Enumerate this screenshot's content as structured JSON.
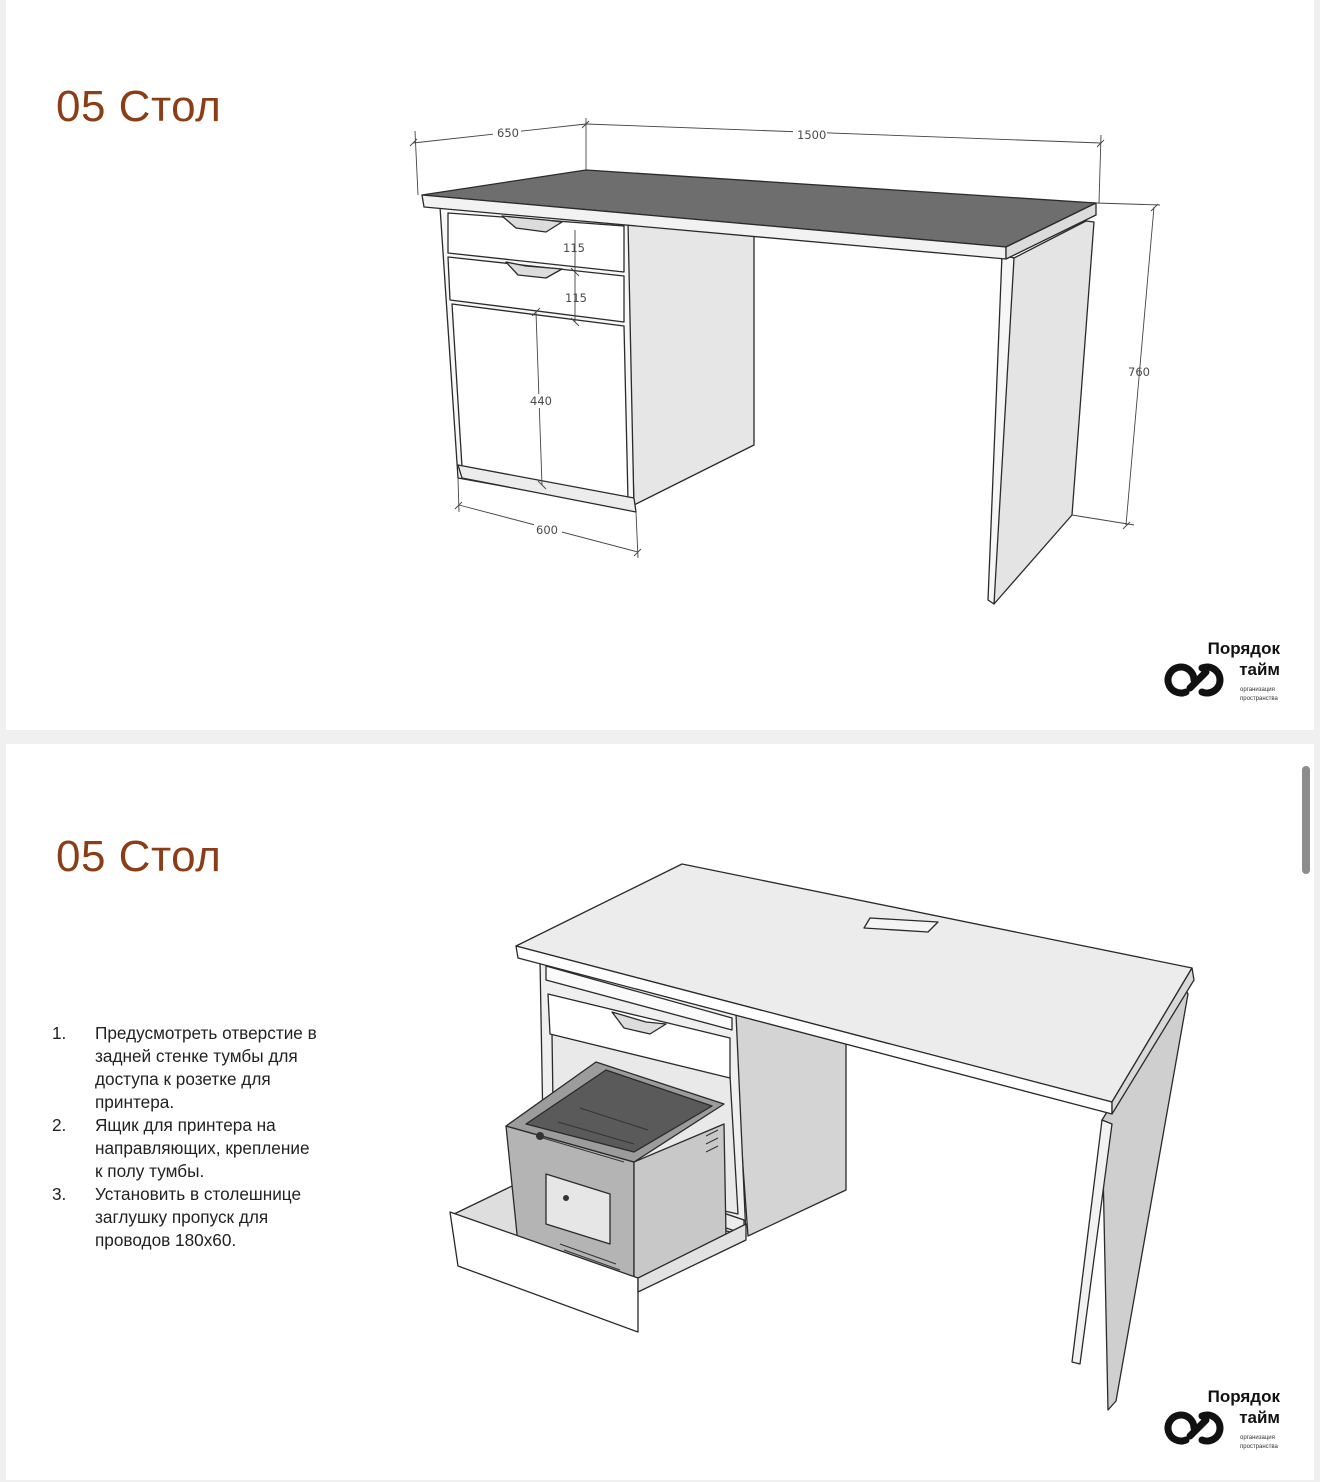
{
  "slides": [
    {
      "title": "05 Стол",
      "dimensions": {
        "depth_top": "650",
        "width_top": "1500",
        "height": "760",
        "drawer1": "115",
        "drawer2": "115",
        "door": "440",
        "cabinet_depth": "600"
      },
      "brand": {
        "name_line1": "Порядок",
        "name_line2": "тайм",
        "tagline_line1": "организация",
        "tagline_line2": "пространства"
      }
    },
    {
      "title": "05 Стол",
      "notes": [
        {
          "num": "1.",
          "text": "Предусмотреть отверстие в задней стенке тумбы для доступа к розетке для принтера."
        },
        {
          "num": "2.",
          "text": "Ящик для принтера на направляющих, крепление к полу тумбы."
        },
        {
          "num": "3.",
          "text": "Установить в столешнице заглушку пропуск для проводов 180x60."
        }
      ],
      "brand": {
        "name_line1": "Порядок",
        "name_line2": "тайм",
        "tagline_line1": "организация",
        "tagline_line2": "пространства"
      }
    }
  ],
  "colors": {
    "title": "#8a3d16",
    "desk_top": "#6e6e6e",
    "panel": "#e4e4e4",
    "line": "#2a2a2a"
  }
}
